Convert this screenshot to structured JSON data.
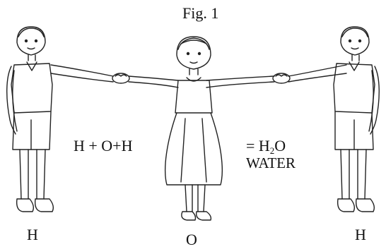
{
  "figure": {
    "title": "Fig. 1"
  },
  "equation": {
    "left": "H + O+H",
    "equals": "= H",
    "subscript": "2",
    "suffix": "O",
    "result_label": "WATER"
  },
  "atoms": {
    "left": "H",
    "middle": "O",
    "right": "H"
  },
  "colors": {
    "ink": "#111111",
    "background": "#ffffff"
  }
}
